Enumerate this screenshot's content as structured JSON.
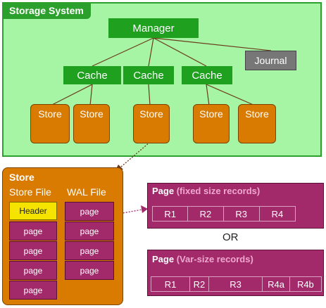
{
  "storage_system": {
    "title": "Storage System"
  },
  "manager": "Manager",
  "journal": "Journal",
  "caches": [
    "Cache",
    "Cache",
    "Cache"
  ],
  "stores": [
    "Store",
    "Store",
    "Store",
    "Store",
    "Store"
  ],
  "store_detail": {
    "title": "Store",
    "store_file_label": "Store File",
    "wal_file_label": "WAL File",
    "store_file_cells": [
      "Header",
      "page",
      "page",
      "page",
      "page"
    ],
    "wal_file_cells": [
      "page",
      "page",
      "page",
      "page"
    ]
  },
  "page_fixed": {
    "title": "Page",
    "subtitle": "(fixed size records)",
    "records": [
      "R1",
      "R2",
      "R3",
      "R4"
    ]
  },
  "or_label": "OR",
  "page_var": {
    "title": "Page",
    "subtitle": "(Var-size records)",
    "records": [
      "R1",
      "R2",
      "R3",
      "R4a",
      "R4b"
    ]
  },
  "colors": {
    "system_bg": "#a5f5a5",
    "system_border": "#2ca02c",
    "component_green": "#1fa01f",
    "store_orange": "#d87b00",
    "page_magenta": "#a22a6a",
    "header_yellow": "#f5e400",
    "journal_gray": "#777777"
  }
}
